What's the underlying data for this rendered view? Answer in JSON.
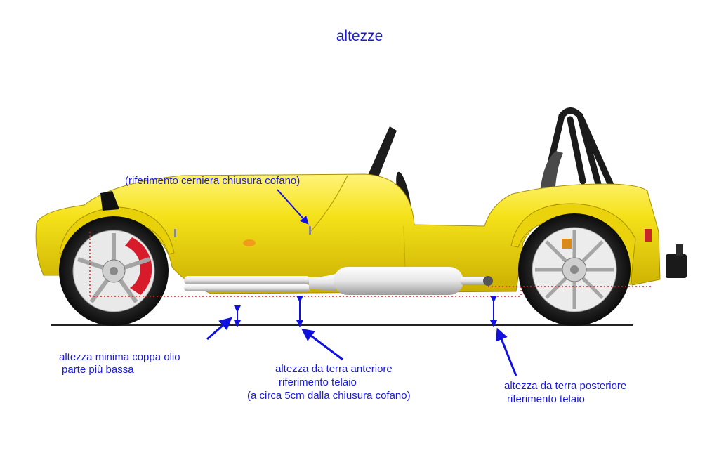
{
  "title": "altezze",
  "labels": {
    "hinge_ref": "(riferimento cerniera chiusura cofano)",
    "oil_pan_line1": "altezza minima coppa olio",
    "oil_pan_line2": "parte più bassa",
    "front_line1": "altezza da terra anteriore",
    "front_line2": "riferimento telaio",
    "front_line3": "(a circa 5cm dalla chiusura cofano)",
    "rear_line1": "altezza da terra posteriore",
    "rear_line2": "riferimento telaio"
  },
  "colors": {
    "text": "#1a1adf",
    "arrow": "#1010e0",
    "body": "#f3df10",
    "body_shade": "#c8ae00",
    "ground": "#222222",
    "ref_line": "#e02020"
  }
}
